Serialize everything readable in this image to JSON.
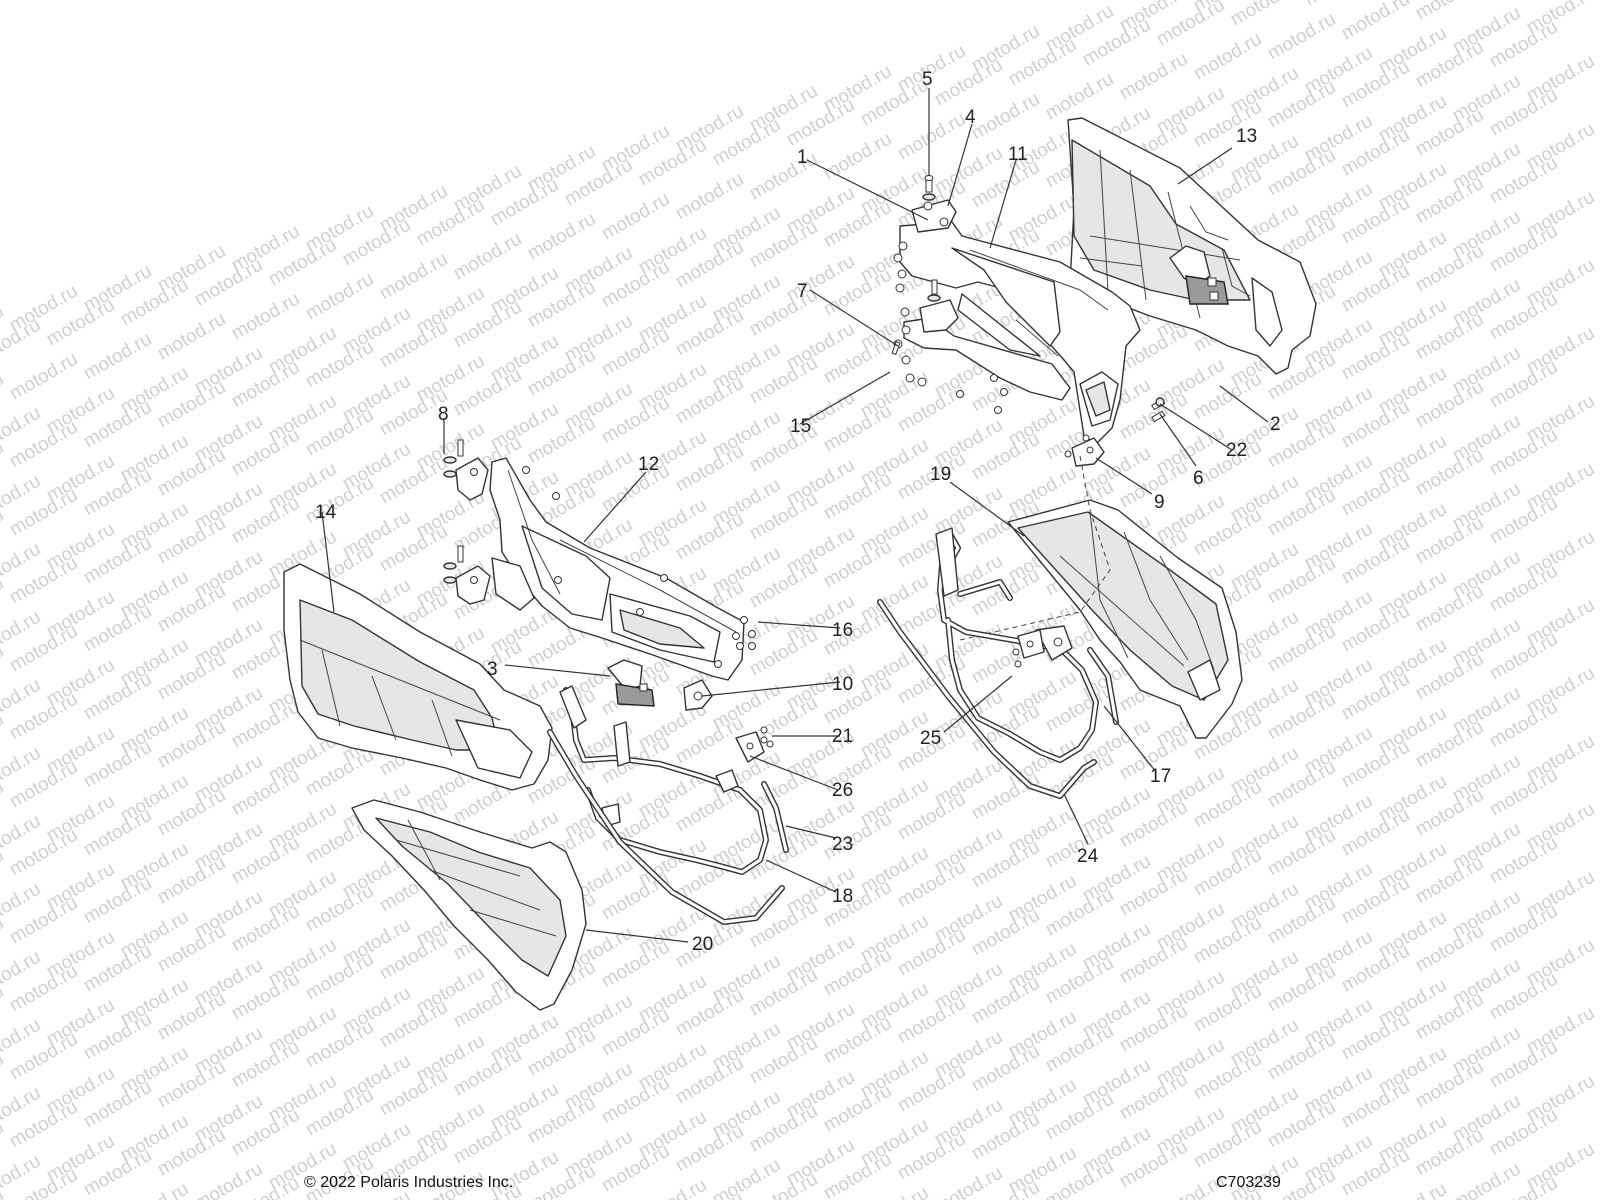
{
  "watermark": "motod.ru",
  "footer": {
    "copyright": "© 2022 Polaris Industries Inc.",
    "diagram_id": "C703239"
  },
  "callouts": [
    {
      "id": "1",
      "label": "1"
    },
    {
      "id": "2",
      "label": "2"
    },
    {
      "id": "3",
      "label": "3"
    },
    {
      "id": "4",
      "label": "4"
    },
    {
      "id": "5",
      "label": "5"
    },
    {
      "id": "6",
      "label": "6"
    },
    {
      "id": "7",
      "label": "7"
    },
    {
      "id": "8",
      "label": "8"
    },
    {
      "id": "9",
      "label": "9"
    },
    {
      "id": "10",
      "label": "10"
    },
    {
      "id": "11",
      "label": "11"
    },
    {
      "id": "12",
      "label": "12"
    },
    {
      "id": "13",
      "label": "13"
    },
    {
      "id": "14",
      "label": "14"
    },
    {
      "id": "15",
      "label": "15"
    },
    {
      "id": "16",
      "label": "16"
    },
    {
      "id": "17",
      "label": "17"
    },
    {
      "id": "18",
      "label": "18"
    },
    {
      "id": "19",
      "label": "19"
    },
    {
      "id": "20",
      "label": "20"
    },
    {
      "id": "21",
      "label": "21"
    },
    {
      "id": "22",
      "label": "22"
    },
    {
      "id": "23",
      "label": "23"
    },
    {
      "id": "24",
      "label": "24"
    },
    {
      "id": "25",
      "label": "25"
    },
    {
      "id": "26",
      "label": "26"
    }
  ]
}
